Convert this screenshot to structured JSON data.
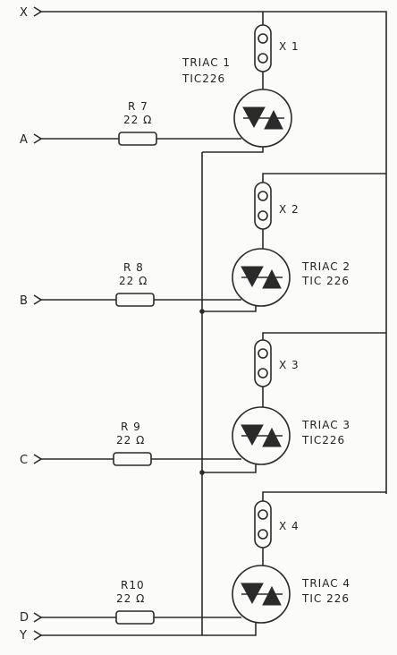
{
  "terminals": {
    "x": "X",
    "a": "A",
    "b": "B",
    "c": "C",
    "d": "D",
    "y": "Y"
  },
  "resistors": [
    {
      "ref": "R 7",
      "value": "22 Ω"
    },
    {
      "ref": "R 8",
      "value": "22 Ω"
    },
    {
      "ref": "R 9",
      "value": "22 Ω"
    },
    {
      "ref": "R10",
      "value": "22 Ω"
    }
  ],
  "connectors": [
    "X 1",
    "X 2",
    "X 3",
    "X 4"
  ],
  "triacs": [
    {
      "name": "TRIAC 1",
      "part": "TIC226"
    },
    {
      "name": "TRIAC 2",
      "part": "TIC 226"
    },
    {
      "name": "TRIAC 3",
      "part": "TIC226"
    },
    {
      "name": "TRIAC 4",
      "part": "TIC 226"
    }
  ]
}
